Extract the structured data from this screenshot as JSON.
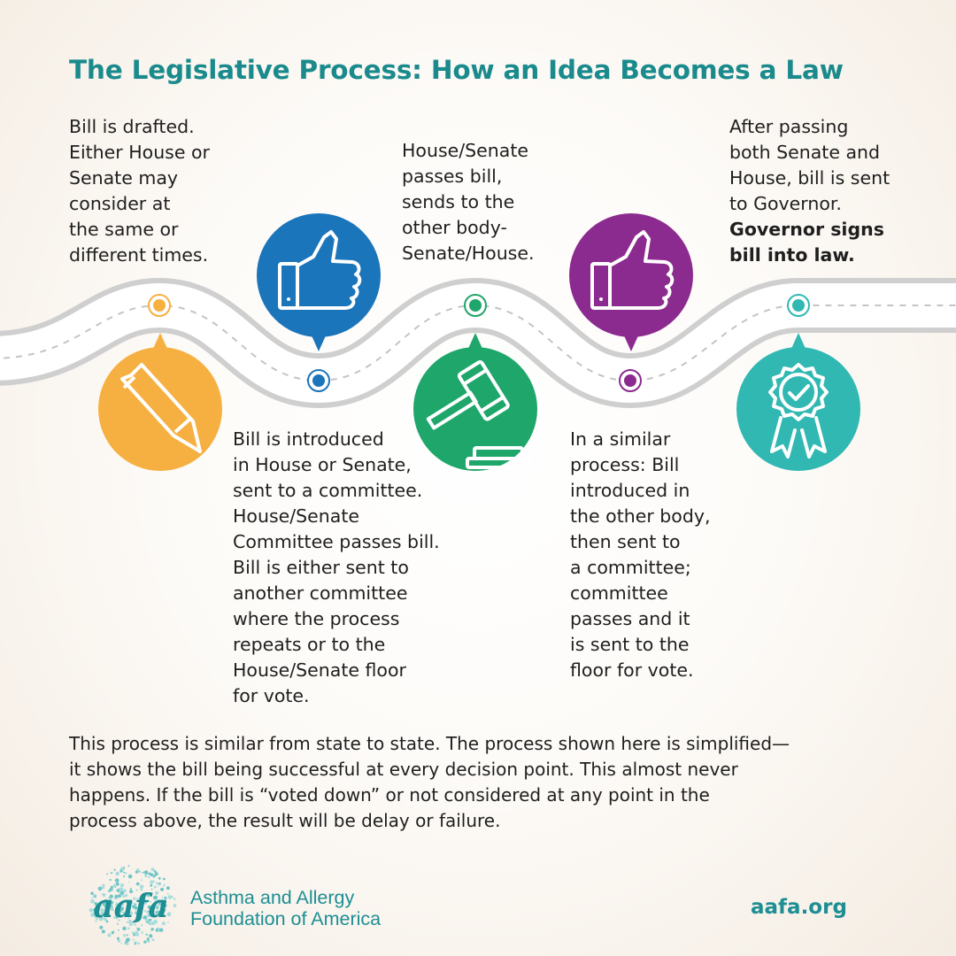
{
  "title": "The Legislative Process: How an Idea Becomes a Law",
  "colors": {
    "title": "#1a8a8c",
    "step1": "#f6b041",
    "step2": "#1b75bb",
    "step3": "#1fa66b",
    "step4": "#8c2b8f",
    "step5": "#31b8b3",
    "road": "#c9c9c9"
  },
  "steps": [
    {
      "icon": "pencil-icon",
      "lines": [
        "Bill is drafted.",
        "Either House or",
        "Senate may",
        "consider at",
        "the same or",
        "different times."
      ]
    },
    {
      "icon": "thumbs-up-icon",
      "lines": [
        "Bill is introduced",
        "in House or Senate,",
        "sent to a committee.",
        "House/Senate",
        "Committee passes bill.",
        "Bill is either sent to",
        "another committee",
        "where the process",
        "repeats or to the",
        "House/Senate floor",
        "for vote."
      ]
    },
    {
      "icon": "gavel-icon",
      "lines": [
        "House/Senate",
        "passes bill,",
        "sends to the",
        "other body-",
        "Senate/House."
      ]
    },
    {
      "icon": "thumbs-up-icon",
      "lines": [
        "In a similar",
        "process: Bill",
        "introduced in",
        "the other body,",
        "then sent to",
        "a committee;",
        "committee",
        "passes and it",
        "is sent to the",
        "floor for vote."
      ]
    },
    {
      "icon": "award-ribbon-icon",
      "lines": [
        "After passing",
        "both Senate and",
        "House, bill is sent",
        "to Governor."
      ],
      "bold_lines": [
        "Governor signs",
        "bill into law."
      ]
    }
  ],
  "note_lines": [
    "This process is similar from state to state. The process shown here is simplified—",
    "it shows the bill being successful at every decision point. This almost never",
    "happens. If the bill is “voted down” or not considered at any point in the",
    "process above, the result will be delay or failure."
  ],
  "logo": {
    "mark": "aafa",
    "name_lines": [
      "Asthma and Allergy",
      "Foundation of America"
    ]
  },
  "url": "aafa.org"
}
